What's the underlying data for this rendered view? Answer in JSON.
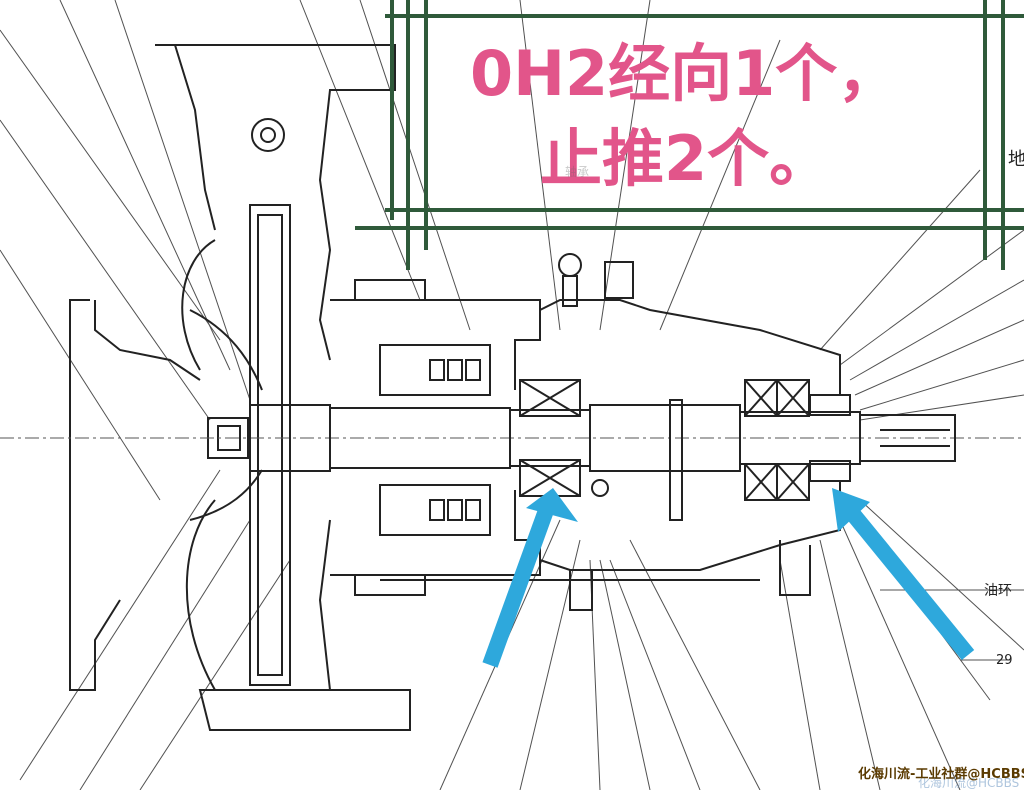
{
  "annotation": {
    "line1": "0H2经向1个，",
    "line2": "止推2个。",
    "color": "#e2558a",
    "frame_color": "#2f5a3a"
  },
  "labels": {
    "oil_label": "油环",
    "part_number": "29",
    "side_label": "地",
    "small_label": "轴承"
  },
  "watermark": {
    "text": "化海川流-工业社群@HCBBS",
    "faint_text": "化海川流@HCBBS",
    "color": "#5a3a00"
  },
  "arrows": {
    "color": "#2ea8dc"
  },
  "drawing": {
    "line_color": "#222222"
  }
}
